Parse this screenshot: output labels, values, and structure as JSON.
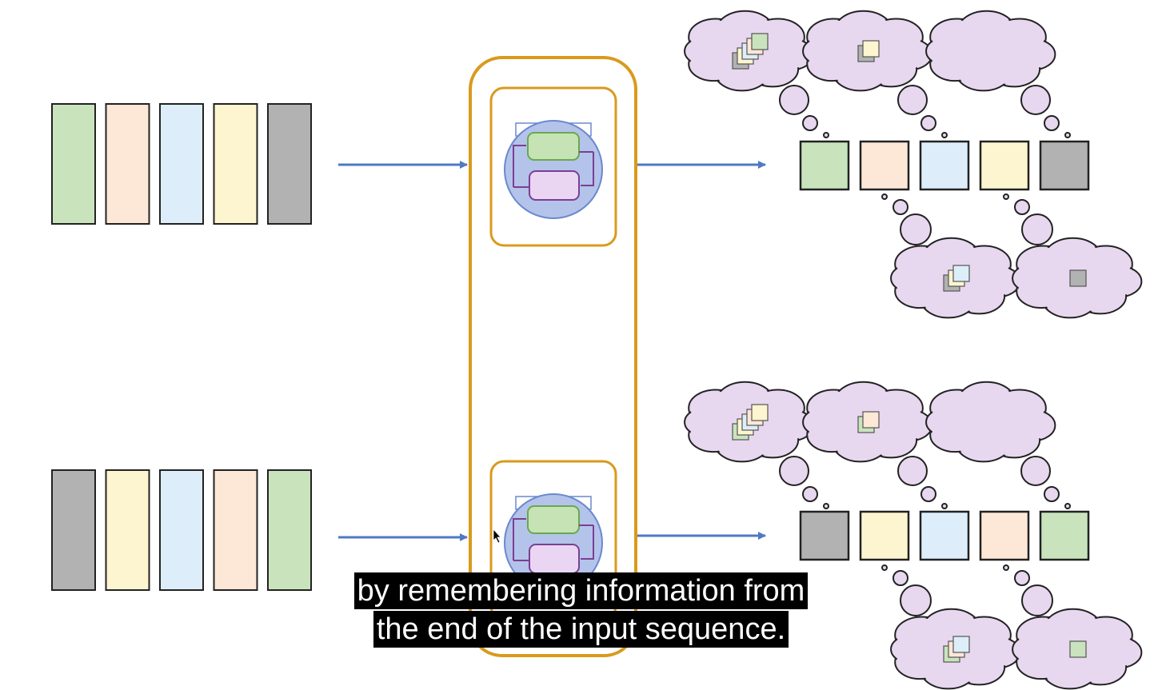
{
  "colors": {
    "green": "#c9e4bd",
    "peach": "#fde7d6",
    "blue": "#ddeefa",
    "yellow": "#fdf5cf",
    "gray": "#b2b2b2",
    "cloud": "#e7d7ef",
    "gold": "#d99a1c",
    "arrow": "#4f79c4",
    "cell_bg": "#b4c3ea",
    "cell_ring": "#6b88cf",
    "cell_green": "#c5e3b4",
    "cell_purple": "#ead6f2",
    "cell_purple_stroke": "#7a3f93"
  },
  "sequences": [
    {
      "input": [
        "green",
        "peach",
        "blue",
        "yellow",
        "gray"
      ],
      "output": [
        "green",
        "peach",
        "blue",
        "yellow",
        "gray"
      ],
      "memory_above": [
        [
          "green",
          "peach",
          "blue",
          "yellow",
          "gray"
        ],
        [
          "yellow",
          "gray"
        ],
        []
      ],
      "memory_below": [
        [
          "blue",
          "yellow",
          "gray"
        ],
        [
          "gray"
        ]
      ]
    },
    {
      "input": [
        "gray",
        "yellow",
        "blue",
        "peach",
        "green"
      ],
      "output": [
        "gray",
        "yellow",
        "blue",
        "peach",
        "green"
      ],
      "memory_above": [
        [
          "yellow",
          "peach",
          "blue",
          "yellow",
          "green"
        ],
        [
          "peach",
          "green"
        ],
        []
      ],
      "memory_below": [
        [
          "blue",
          "peach",
          "green"
        ],
        [
          "green"
        ]
      ]
    }
  ],
  "caption": {
    "line1": "by remembering information from",
    "line2": "the end of the input sequence."
  }
}
